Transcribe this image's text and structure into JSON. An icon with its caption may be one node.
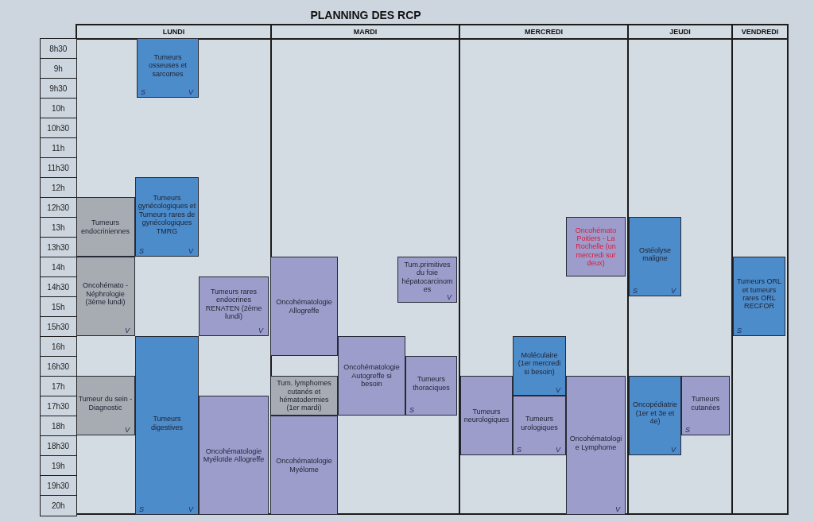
{
  "diagram": {
    "title": "PLANNING DES RCP",
    "nodes": [
      {
        "text": [
          "LUNDI"
        ]
      },
      {
        "text": [
          "MARDI"
        ]
      },
      {
        "text": [
          "MERCREDI"
        ]
      },
      {
        "text": [
          "JEUDI"
        ]
      },
      {
        "text": [
          "VENDREDI"
        ]
      },
      {
        "text": [
          "8h30"
        ]
      },
      {
        "text": [
          "9h"
        ]
      },
      {
        "text": [
          "9h30"
        ]
      },
      {
        "text": [
          "10h"
        ]
      },
      {
        "text": [
          "10h30"
        ]
      },
      {
        "text": [
          "11h"
        ]
      },
      {
        "text": [
          "11h30"
        ]
      },
      {
        "text": [
          "12h"
        ]
      },
      {
        "text": [
          "12h30"
        ]
      },
      {
        "text": [
          "13h"
        ]
      },
      {
        "text": [
          "13h30"
        ]
      },
      {
        "text": [
          "14h"
        ]
      },
      {
        "text": [
          "14h30"
        ]
      },
      {
        "text": [
          "15h"
        ]
      },
      {
        "text": [
          "15h30"
        ]
      },
      {
        "text": [
          "16h"
        ]
      },
      {
        "text": [
          "16h30"
        ]
      },
      {
        "text": [
          "17h"
        ]
      },
      {
        "text": [
          "17h30"
        ]
      },
      {
        "text": [
          "18h"
        ]
      },
      {
        "text": [
          "18h30"
        ]
      },
      {
        "text": [
          "19h"
        ]
      },
      {
        "text": [
          "19h30"
        ]
      },
      {
        "text": [
          "20h"
        ]
      },
      {
        "text": [
          "Tumeurs osseuses et sarcomes",
          "S",
          "V"
        ],
        "in": 0
      },
      {
        "text": [
          "Tumeurs endocriniennes"
        ],
        "in": 0
      },
      {
        "text": [
          "Tumeurs gynécologiques et Tumeurs rares de gynécologiques TMRG",
          "S",
          "V"
        ],
        "in": 0
      },
      {
        "text": [
          "Oncohémato - Néphrologie (3ème lundi)",
          "V"
        ],
        "in": 0
      },
      {
        "text": [
          "Tumeurs rares endocrines RENATEN (2ème lundi)",
          "V"
        ],
        "in": 0
      },
      {
        "text": [
          "Tumeurs digestives",
          "S",
          "V"
        ],
        "in": 0
      },
      {
        "text": [
          "Tumeur du sein - Diagnostic",
          "V"
        ],
        "in": 0
      },
      {
        "text": [
          "Oncohématologie Myéloïde Allogreffe"
        ],
        "in": 0
      },
      {
        "text": [
          "Oncohématologie Allogreffe"
        ],
        "in": 1
      },
      {
        "text": [
          "Tum.primitives du foie hépatocarcinomes",
          "V"
        ],
        "in": 1
      },
      {
        "text": [
          "Oncohématologie Autogreffe si besoin"
        ],
        "in": 1
      },
      {
        "text": [
          "Tumeurs thoraciques",
          "S"
        ],
        "in": 1
      },
      {
        "text": [
          "Tum. lymphomes cutanés et hématodermies (1er mardi)"
        ],
        "in": 1
      },
      {
        "text": [
          "Oncohématologie Myélome"
        ],
        "in": 1
      },
      {
        "text": [
          "Oncohémato Poitiers - La Rochelle (un mercredi sur deux)"
        ],
        "in": 2
      },
      {
        "text": [
          "Moléculaire (1er mercredi si besoin)",
          "V"
        ],
        "in": 2
      },
      {
        "text": [
          "Tumeurs neurologiques"
        ],
        "in": 2
      },
      {
        "text": [
          "Tumeurs urologiques",
          "S",
          "V"
        ],
        "in": 2
      },
      {
        "text": [
          "Oncohématologie Lymphome",
          "V"
        ],
        "in": 2
      },
      {
        "text": [
          "Ostéolyse maligne",
          "S",
          "V"
        ],
        "in": 3
      },
      {
        "text": [
          "Oncopédiatrie (1er et 3e et 4e)",
          "V"
        ],
        "in": 3
      },
      {
        "text": [
          "Tumeurs cutanées",
          "S"
        ],
        "in": 3
      },
      {
        "text": [
          "Tumeurs ORL et tumeurs rares ORL RECFOR",
          "S"
        ],
        "in": 4
      }
    ]
  }
}
